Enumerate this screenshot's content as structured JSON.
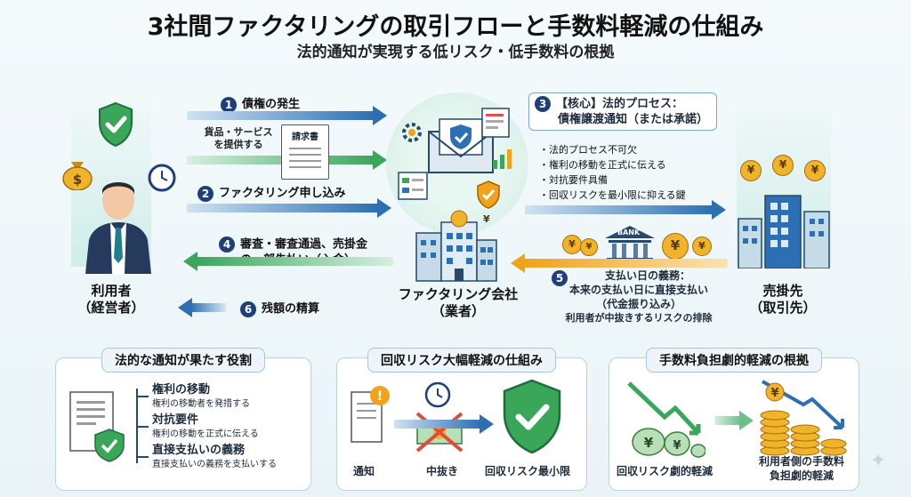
{
  "header": {
    "title": "3社間ファクタリングの取引フローと手数料軽減の仕組み",
    "subtitle": "法的通知が実現する低リスク・低手数料の根拠"
  },
  "actors": {
    "user": {
      "name": "利用者",
      "role": "（経営者）"
    },
    "factor": {
      "name": "ファクタリング会社",
      "role": "（業者）"
    },
    "debtor": {
      "name": "売掛先",
      "role": "（取引先）"
    }
  },
  "steps": [
    {
      "num": "1",
      "label": "債権の発生"
    },
    {
      "num": "2",
      "label": "ファクタリング申し込み"
    },
    {
      "num": "3",
      "label": "【核心】法的プロセス：",
      "label2": "債権譲渡通知（または承諾）"
    },
    {
      "num": "4",
      "label": "審査・審査通過、売掛金",
      "label2": "の一部先払い（入金）"
    },
    {
      "num": "5",
      "label": "支払い日の義務：",
      "label2": "本来の支払い日に直接支払い",
      "label3": "（代金振り込み）",
      "label4": "利用者が中抜きするリスクの排除"
    },
    {
      "num": "6",
      "label": "残額の精算"
    }
  ],
  "goods_label": "貨品・サービス\nを提供する",
  "invoice_label": "請求書",
  "bank_label": "BANK",
  "yen": "¥",
  "step3_points": [
    "法的プロセス不可欠",
    "権利の移動を正式に伝える",
    "対抗要件具備",
    "回収リスクを最小限に抑える鍵"
  ],
  "panels": [
    {
      "title": "法的な通知が果たす役割",
      "items": [
        {
          "head": "権利の移動",
          "sub": "権利の移動者を発措する"
        },
        {
          "head": "対抗要件",
          "sub": "権利の移動を正式に伝える"
        },
        {
          "head": "直接支払いの義務",
          "sub": "直接支払いの義務を支払いする"
        }
      ]
    },
    {
      "title": "回収リスク大幅軽減の仕組み",
      "labels": [
        "通知",
        "中抜き",
        "回収リスク最小限"
      ]
    },
    {
      "title": "手数料負担劇的軽減の根拠",
      "labels": [
        "回収リスク劇的軽減",
        "利用者側の手数料",
        "負担劇的軽減"
      ]
    }
  ],
  "colors": {
    "blue": "#2c6fb3",
    "green": "#3aa65a",
    "orange": "#f0a21a",
    "navy": "#1f3f7a"
  }
}
